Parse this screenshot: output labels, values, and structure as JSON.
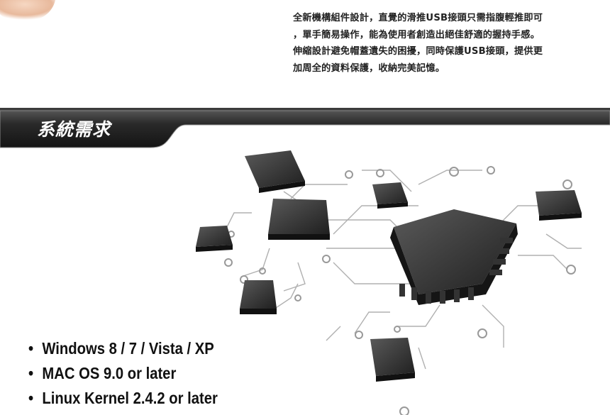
{
  "intro": {
    "lines": [
      "全新機構組件設計，直覺的滑推USB接頭只需指腹輕推即可",
      "，單手簡易操作，能為使用者創造出絕佳舒適的握持手感。",
      "伸縮設計避免帽蓋遺失的困擾，同時保護USB接頭，提供更",
      "加周全的資料保護，收納完美記憶。"
    ]
  },
  "section": {
    "title": "系統需求"
  },
  "requirements": {
    "bullet": "•",
    "items": [
      "Windows  8 / 7 / Vista / XP",
      "MAC OS 9.0 or later",
      "Linux Kernel 2.4.2 or later"
    ]
  },
  "colors": {
    "banner": "#1e1e1e",
    "banner_gradient_top": "#4a4a4a",
    "text": "#222222",
    "chip": "#2b2b2b"
  },
  "icons": {
    "finger": "finger-photo-fragment",
    "illustration": "circuit-chips-illustration"
  }
}
